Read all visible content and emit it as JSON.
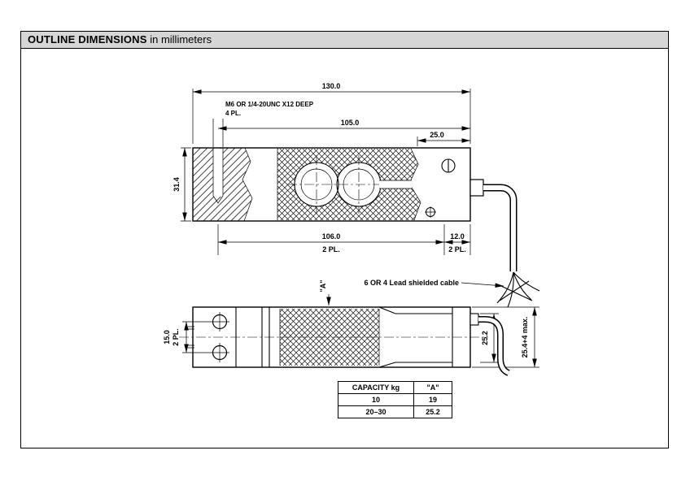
{
  "header": {
    "title": "OUTLINE DIMENSIONS",
    "subtitle": " in millimeters"
  },
  "notes": {
    "tap_line1": "M6 OR 1/4-20UNC X12 DEEP",
    "tap_line2": "4 PL.",
    "cable": "6 OR 4 Lead shielded cable"
  },
  "dimensions": {
    "overall_length": "130.0",
    "upper_length": "105.0",
    "right_offset": "25.0",
    "height": "31.4",
    "bottom_length": "106.0",
    "bottom_length_pl": "2 PL.",
    "end_length": "12.0",
    "end_length_pl": "2 PL.",
    "hole_spacing": "15.0",
    "hole_spacing_pl": "2 PL.",
    "width_a": "\"A\"",
    "cable_end_width": "25.2",
    "overall_width": "25.4+4 max."
  },
  "table": {
    "headers": [
      "CAPACITY kg",
      "\"A\""
    ],
    "rows": [
      [
        "10",
        "19"
      ],
      [
        "20–30",
        "25.2"
      ]
    ]
  },
  "colors": {
    "header_bg": "#d6d6d6",
    "line": "#000000"
  }
}
